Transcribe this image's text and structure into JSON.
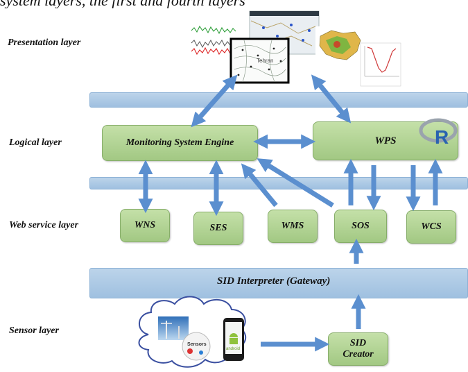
{
  "caption": "system layers, the first and fourth layers",
  "layers": {
    "presentation": "Presentation layer",
    "logical": "Logical layer",
    "web_service": "Web service layer",
    "sensor": "Sensor layer"
  },
  "boxes": {
    "monitoring_engine": "Monitoring System Engine",
    "wps": "WPS",
    "wns": "WNS",
    "ses": "SES",
    "wms": "WMS",
    "sos": "SOS",
    "wcs": "WCS",
    "gateway": "SID Interpreter (Gateway)",
    "sid_creator_line1": "SID",
    "sid_creator_line2": "Creator"
  },
  "images": {
    "map_label": "Tehran",
    "sensors_label": "Sensors",
    "android_label": "android",
    "r_logo": "R"
  },
  "colors": {
    "band": "#a9c7e4",
    "box_green": "#b3d596",
    "arrow_blue": "#5b8fcf"
  }
}
